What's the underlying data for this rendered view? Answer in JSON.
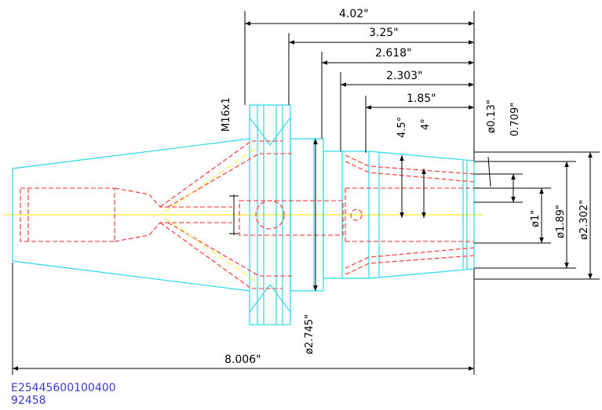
{
  "colors": {
    "outline": "#29d9e6",
    "hidden": "#ff2a2a",
    "center": "#ffee22",
    "dimension": "#000000",
    "part_text": "#3a3ad6"
  },
  "dimensions": {
    "overall_top": "4.02\"",
    "d325": "3.25\"",
    "d2618": "2.618\"",
    "d2303": "2.303\"",
    "d185": "1.85\"",
    "overall_length": "8.006\"",
    "thread": "M16x1",
    "angle_outer": "4.5°",
    "angle_inner": "4°",
    "dia_013": "ø0.13\"",
    "len_0709": "0.709\"",
    "dia_1": "ø1\"",
    "dia_189": "ø1.89\"",
    "dia_2302": "ø2.302\"",
    "dia_2745": "ø2.745\""
  },
  "part": {
    "number": "E25445600100400",
    "code": "92458"
  }
}
